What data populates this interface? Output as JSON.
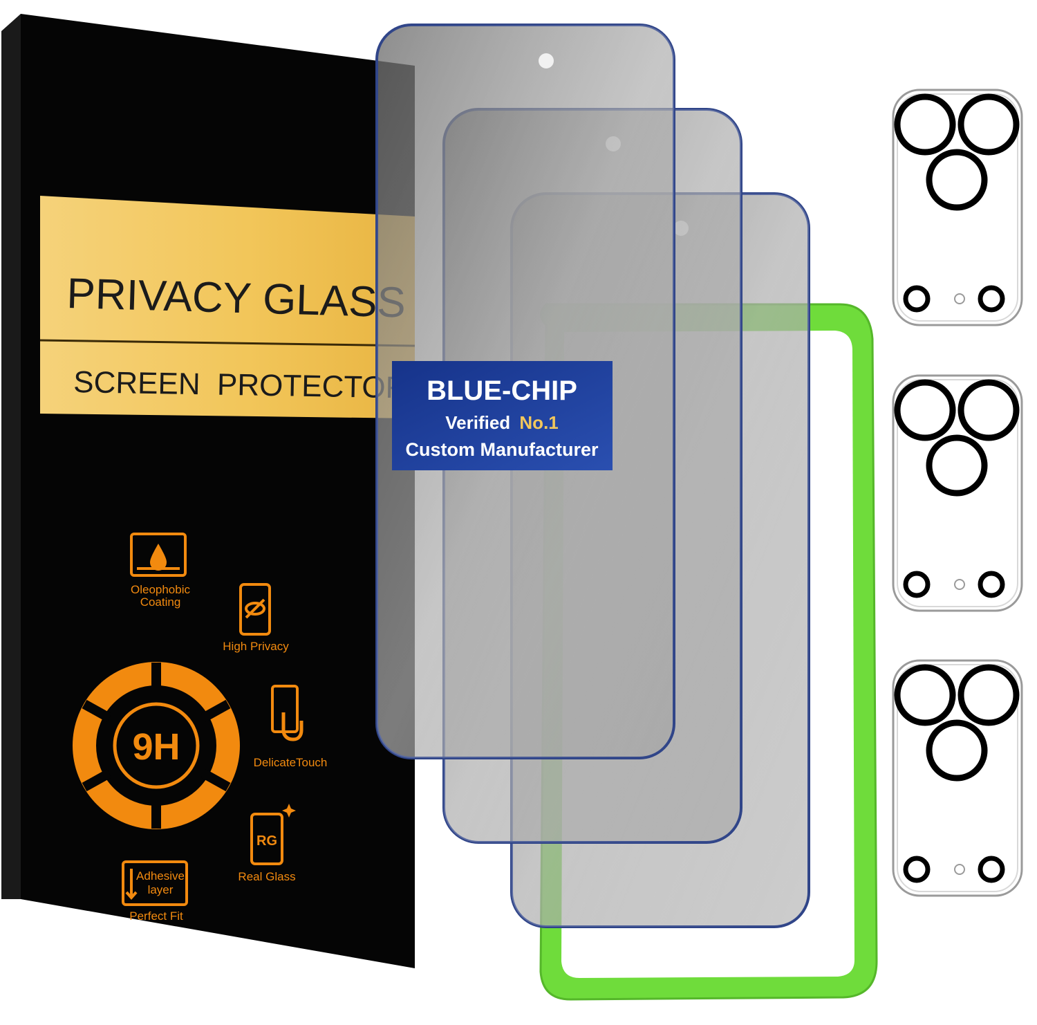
{
  "package": {
    "title_line1": "PRIVACY GLASS",
    "title_line2": "SCREEN  PROTECTOR"
  },
  "badge": {
    "title": "BLUE-CHIP",
    "verified_word": "Verified",
    "rank": "No.1",
    "subtitle": "Custom Manufacturer"
  },
  "features": {
    "oleophobic_line1": "Oleophobic",
    "oleophobic_line2": "Coating",
    "high_privacy": "High Privacy",
    "hardness": "9H",
    "delicate_touch": "DelicateTouch",
    "real_glass_mark": "RG",
    "real_glass": "Real Glass",
    "adhesive_line1": "Adhesive",
    "adhesive_line2": "layer",
    "perfect_fit": "Perfect Fit"
  },
  "colors": {
    "box_black": "#050505",
    "gold_band": "#f2c75c",
    "orange": "#f28a0f",
    "badge_blue": "#1f3f9a",
    "frame_green": "#6fdc3b",
    "glass_tint": "#7a7a7a"
  },
  "counts": {
    "screen_protectors": 3,
    "camera_lens_protectors": 3
  }
}
